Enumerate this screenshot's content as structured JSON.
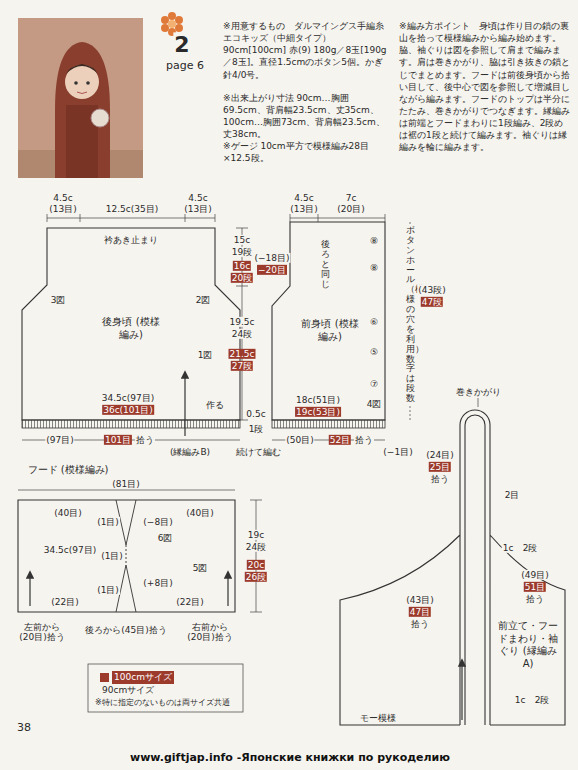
{
  "diagram": {
    "nodes": [
      {
        "text": [
          "後身頃 (模様編み)"
        ]
      },
      {
        "text": [
          "前身頃 (模様編み)"
        ]
      },
      {
        "text": [
          "フード (模様編み)"
        ]
      },
      {
        "text": [
          "前立て・フードまわり・袖ぐり (縁編みA)"
        ]
      }
    ],
    "labels": [
      "2",
      "page 6",
      "※用意するもの　ダルマイングス手編糸 エコキッズ（中細タイプ） 90cm[100cm] 赤(9) 180g／8玉[190g／8玉]。直径1.5cmのボタン5個。かぎ針4/0号。",
      "※出来上がり寸法 90cm…胸囲69.5cm、背肩幅23.5cm、丈35cm、100cm…胸囲73cm、背肩幅23.5cm、丈38cm。",
      "※ゲージ 10cm平方で模様編み28目×12.5段。",
      "※編み方ポイント　身頃は作り目の鎖の裏山を拾って模様編みから編み始めます。脇、袖ぐりは図を参照して肩まで編みます。肩は巻きかがり、脇は引き抜きの鎖とじでまとめます。フードは前後身頃から拾い目して、後中心で図を参照して増減目しながら編みます。フードのトップは半分にたたみ、巻きかがりでつなぎます。縁編みは前端とフードまわりに1段編み、2段めは裾の1段と続けて編みます。袖ぐりは縁編みを輪に編みます。",
      "4.5c",
      "(13目)",
      "12.5c(35目)",
      "4.5c",
      "(13目)",
      "衿あき止まり",
      "3図",
      "2図",
      "1図",
      "34.5c(97目)",
      "作る",
      "36c(101目)",
      "(97目)",
      "101目",
      "拾う",
      "(縁編みB)",
      "15c",
      "19段",
      "16c",
      "20段",
      "(−18目)",
      "−20目",
      "19.5c",
      "24段",
      "21.5c",
      "27段",
      "0.5c",
      "1段",
      "続けて編む",
      "4.5c",
      "(13目)",
      "7c",
      "(20目)",
      "後ろと同じ",
      "⑧",
      "⑧",
      "⑥",
      "⑤",
      "⑦",
      "4図",
      "18c(51目)",
      "19c(53目)",
      "(50目)",
      "52目",
      "拾う",
      "(−1目)",
      "ボタンホール（模様の穴を利用）数字は段数",
      "(43段)",
      "47段",
      "(81目)",
      "(40目)",
      "(1目)",
      "(−8目)",
      "(40目)",
      "34.5c(97目)",
      "(1目)",
      "6図",
      "(+8目)",
      "5図",
      "(1目)",
      "(22目)",
      "(22目)",
      "左前から (20目)拾う",
      "後ろから(45目)拾う",
      "右前から (20目)拾う",
      "19c",
      "24段",
      "20c",
      "26段",
      "巻きかがり",
      "(24目)",
      "25目",
      "拾う",
      "2目",
      "1c",
      "2段",
      "(49目)",
      "51目",
      "拾う",
      "(43目)",
      "47目",
      "拾う",
      "1c",
      "2段",
      "モー模様",
      "※特に指定のないものは両サイズ共通",
      "38",
      "www.giftjap.info -Японские книжки по рукоделию"
    ],
    "legend": [
      {
        "text": "100cmサイズ",
        "color": "#9c3a2c"
      },
      {
        "text": "90cmサイズ"
      }
    ]
  }
}
